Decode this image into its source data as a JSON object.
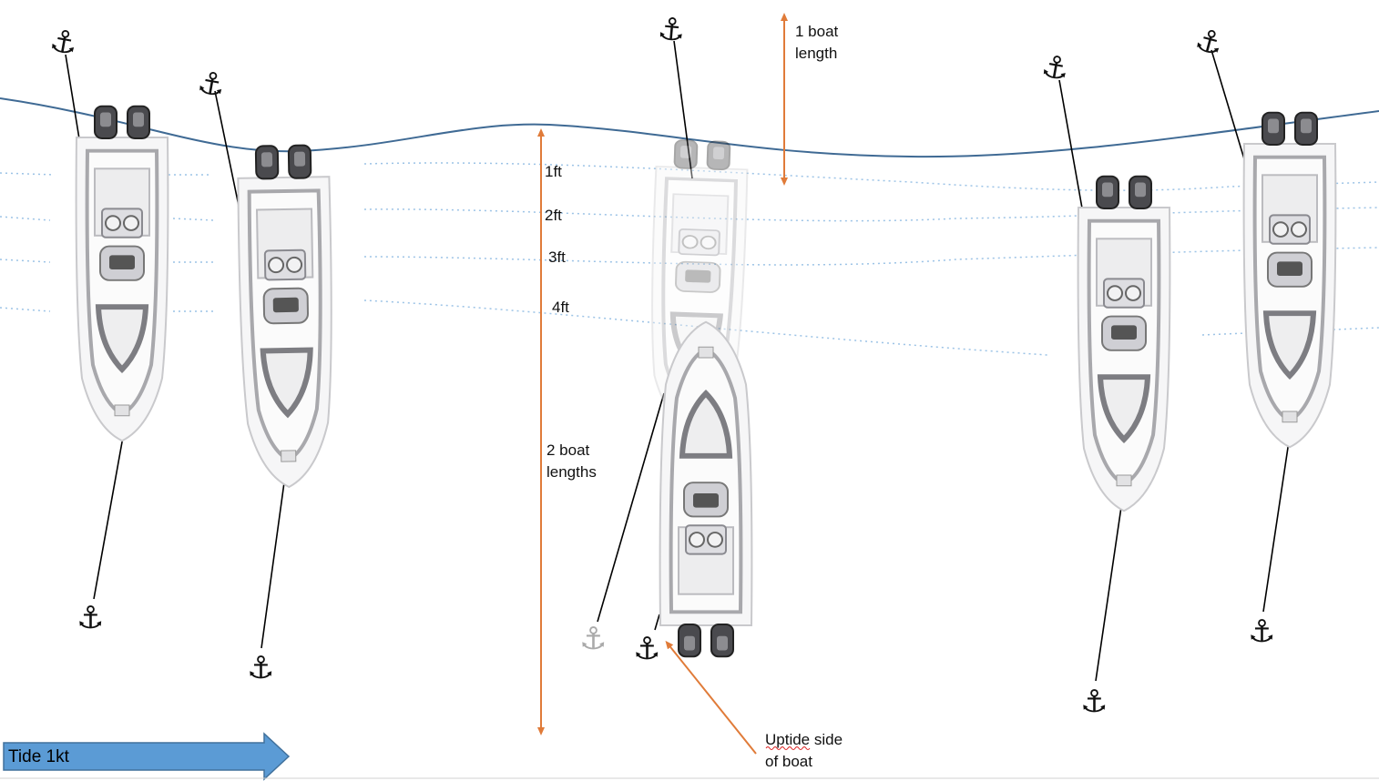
{
  "labels": {
    "one_boat_length": [
      "1 boat",
      "length"
    ],
    "two_boat_lengths": [
      "2 boat",
      "lengths"
    ],
    "uptide": [
      "Uptide side",
      "of boat"
    ],
    "tide": "Tide 1kt"
  },
  "depths": [
    "1ft",
    "2ft",
    "3ft",
    "4ft"
  ],
  "icons": {
    "anchor": "⚓"
  },
  "colors": {
    "shoreline": "#3f6a94",
    "depth_contour": "#9cc3e6",
    "measure_arrow": "#e07b39",
    "tide_arrow_fill": "#5b9bd5",
    "tide_arrow_stroke": "#41719c",
    "rode": "#000000",
    "ghost_anchor": "#aaaaaa"
  }
}
